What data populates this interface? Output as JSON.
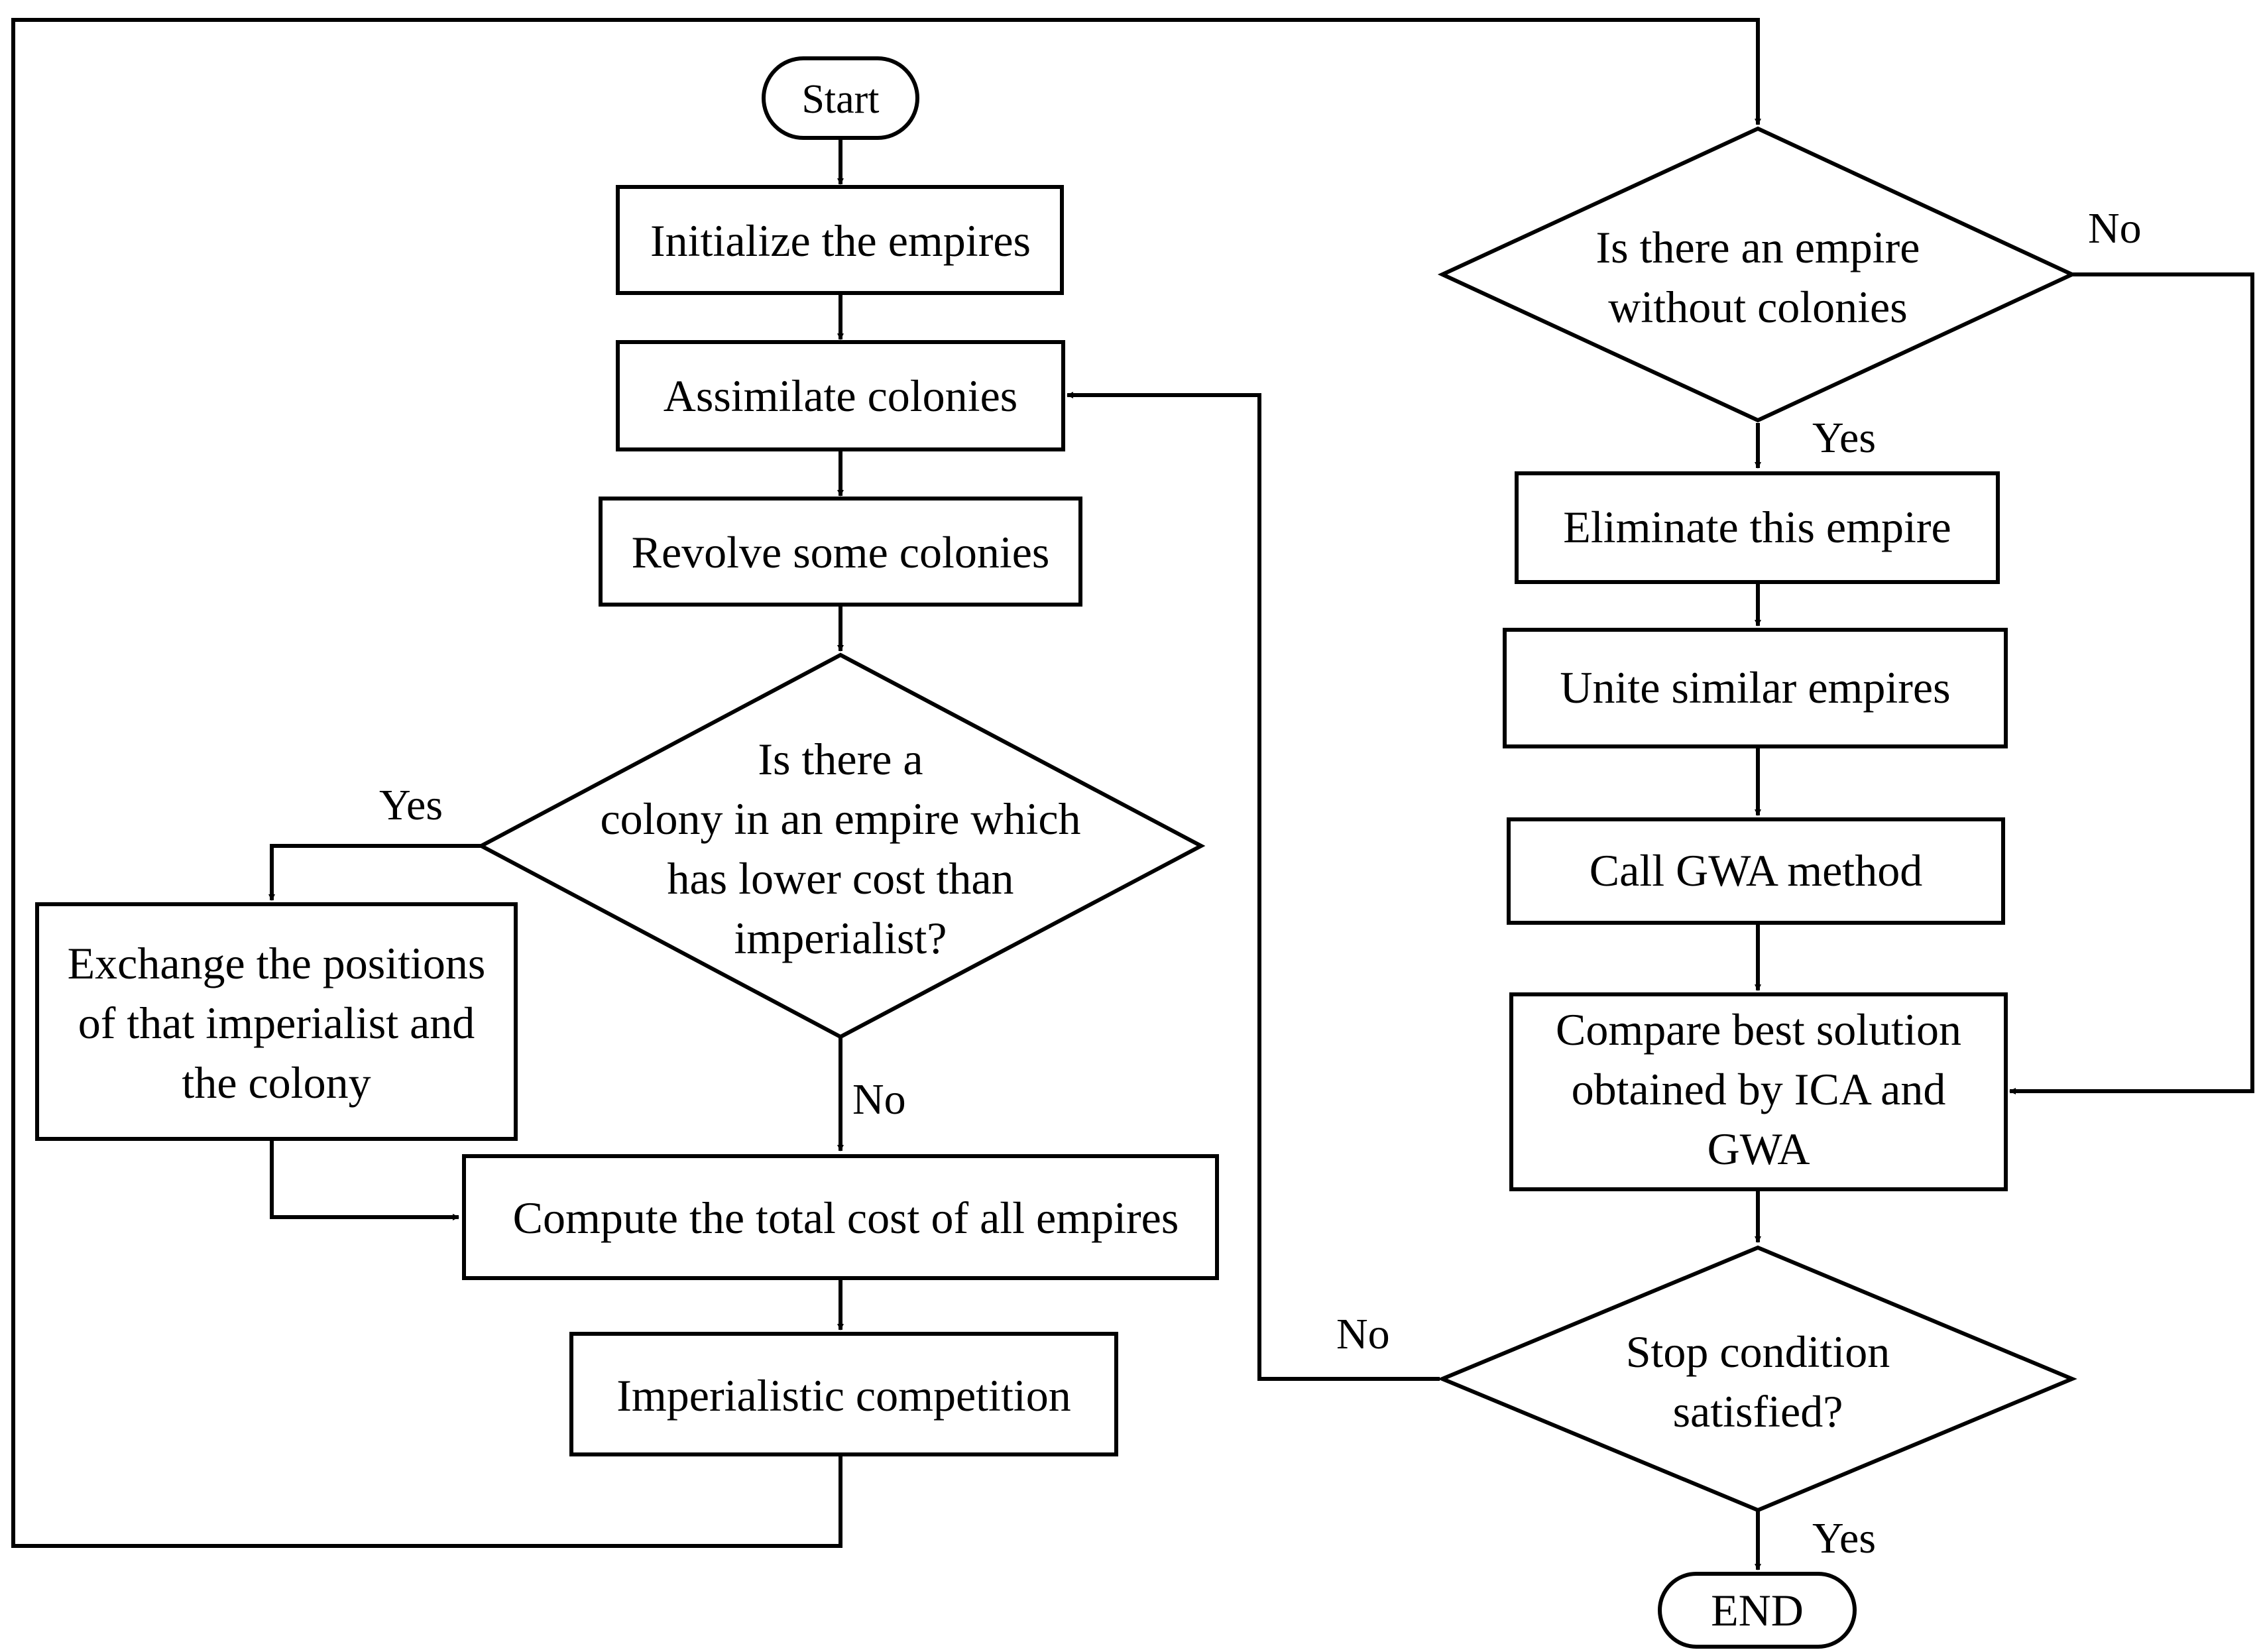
{
  "nodes": {
    "start": "Start",
    "init": "Initialize the empires",
    "assimilate": "Assimilate colonies",
    "revolve": "Revolve some colonies",
    "colony_check": [
      "Is there a",
      "colony in an empire which",
      "has lower cost than",
      "imperialist?"
    ],
    "exchange": [
      "Exchange the positions",
      "of that imperialist and",
      "the colony"
    ],
    "compute": "Compute the total cost of all empires",
    "competition": "Imperialistic competition",
    "empty_empire_check": [
      "Is there an empire",
      "without colonies"
    ],
    "eliminate": "Eliminate this empire",
    "unite": "Unite similar empires",
    "gwa": "Call GWA method",
    "compare": [
      "Compare best solution",
      "obtained by ICA and",
      "GWA"
    ],
    "stop_check": [
      "Stop condition",
      "satisfied?"
    ],
    "end": "END"
  },
  "edge_labels": {
    "colony_yes": "Yes",
    "colony_no": "No",
    "empty_no": "No",
    "empty_yes": "Yes",
    "stop_no": "No",
    "stop_yes": "Yes"
  }
}
